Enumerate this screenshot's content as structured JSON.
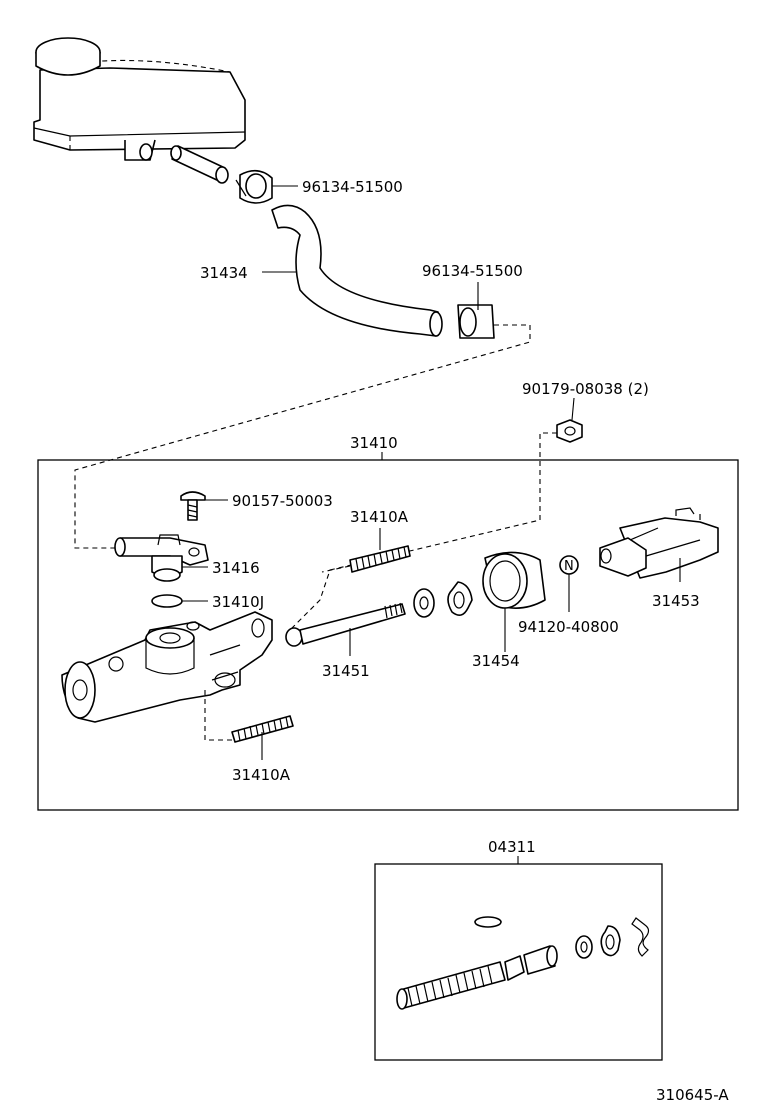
{
  "labels": {
    "clamp_upper": "96134-51500",
    "hose": "31434",
    "clamp_lower": "96134-51500",
    "nut": "90179-08038 (2)",
    "assembly": "31410",
    "screw": "90157-50003",
    "stud_upper": "31410A",
    "inlet": "31416",
    "oring": "31410J",
    "clevis": "31453",
    "boot_n": "N",
    "boot_part": "94120-40800",
    "pushrod": "31451",
    "boot": "31454",
    "stud_lower": "31410A",
    "kit": "04311",
    "diagram_code": "310645-A"
  }
}
